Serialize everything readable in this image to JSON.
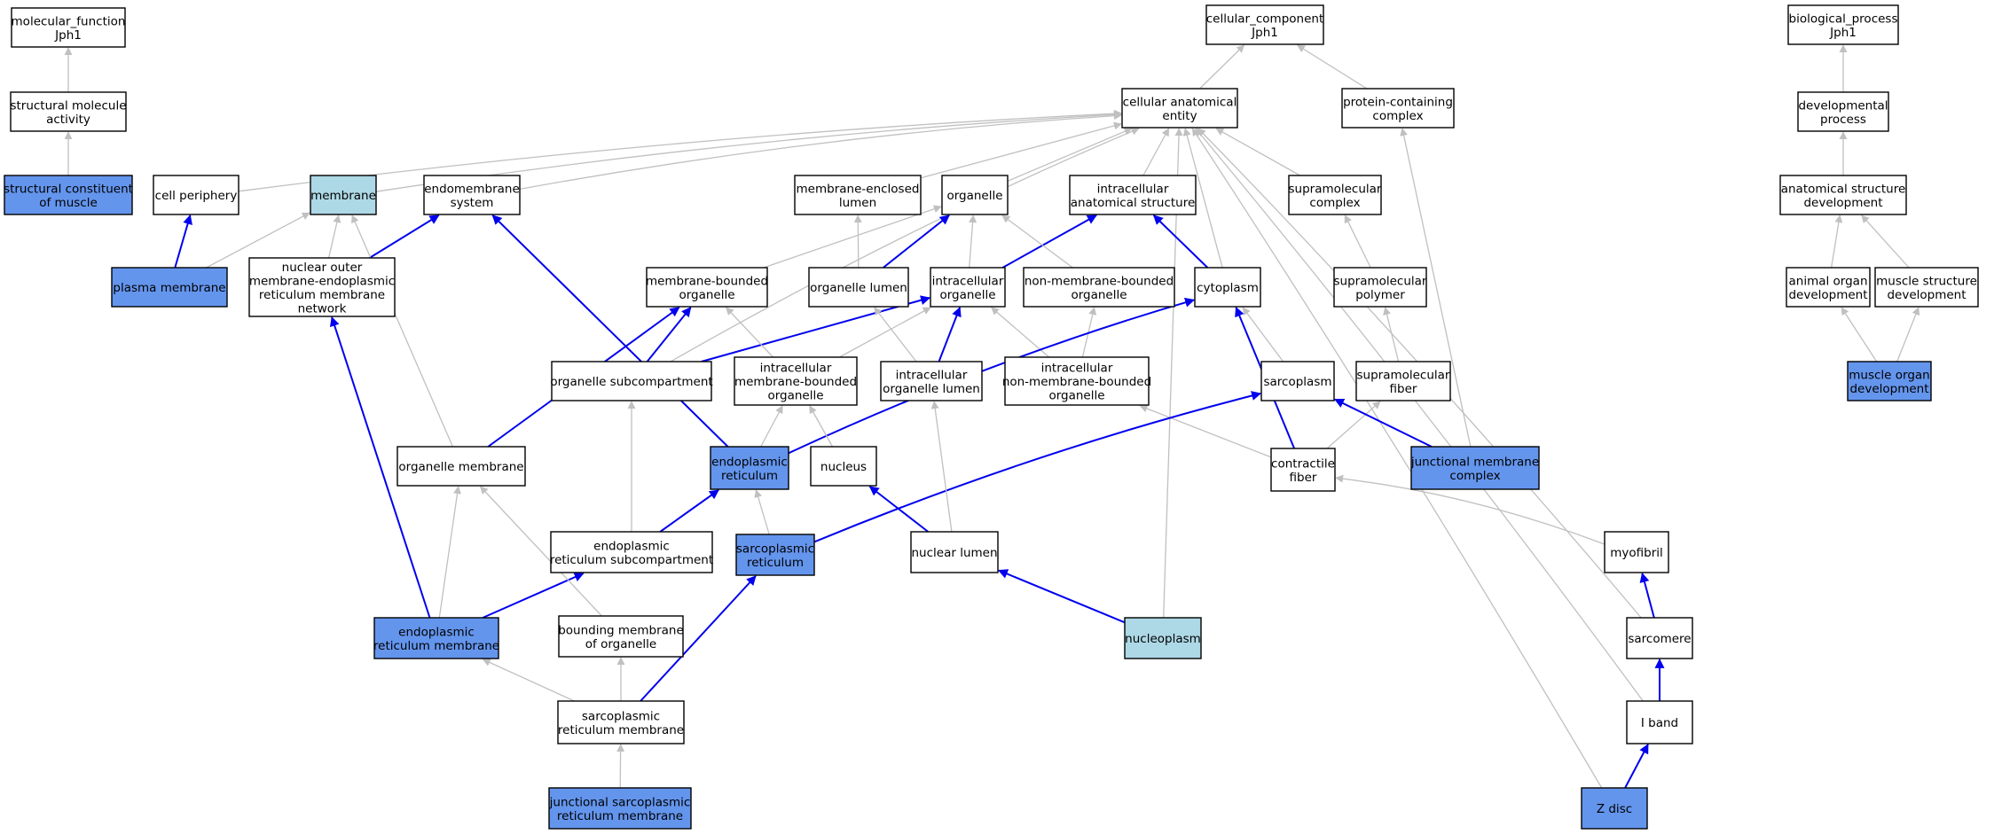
{
  "colors": {
    "plain_fill": "#ffffff",
    "annotated_fill": "#6495ed",
    "light_fill": "#add8e6",
    "is_a_edge": "#c0c0c0",
    "part_of_edge": "#0000ee"
  },
  "nodes": [
    {
      "id": "mf",
      "lines": [
        "molecular_function",
        "Jph1"
      ],
      "style": "plain"
    },
    {
      "id": "sma",
      "lines": [
        "structural molecule",
        "activity"
      ],
      "style": "plain"
    },
    {
      "id": "scm",
      "lines": [
        "structural constituent",
        "of muscle"
      ],
      "style": "annotated"
    },
    {
      "id": "cc",
      "lines": [
        "cellular_component",
        "Jph1"
      ],
      "style": "plain"
    },
    {
      "id": "cae",
      "lines": [
        "cellular anatomical",
        "entity"
      ],
      "style": "plain"
    },
    {
      "id": "pcc",
      "lines": [
        "protein-containing",
        "complex"
      ],
      "style": "plain"
    },
    {
      "id": "bp",
      "lines": [
        "biological_process",
        "Jph1"
      ],
      "style": "plain"
    },
    {
      "id": "dp",
      "lines": [
        "developmental",
        "process"
      ],
      "style": "plain"
    },
    {
      "id": "asd",
      "lines": [
        "anatomical structure",
        "development"
      ],
      "style": "plain"
    },
    {
      "id": "aod",
      "lines": [
        "animal organ",
        "development"
      ],
      "style": "plain"
    },
    {
      "id": "msd",
      "lines": [
        "muscle structure",
        "development"
      ],
      "style": "plain"
    },
    {
      "id": "mod",
      "lines": [
        "muscle organ",
        "development"
      ],
      "style": "annotated"
    },
    {
      "id": "cp",
      "lines": [
        "cell periphery"
      ],
      "style": "plain"
    },
    {
      "id": "mem",
      "lines": [
        "membrane"
      ],
      "style": "light"
    },
    {
      "id": "ems",
      "lines": [
        "endomembrane",
        "system"
      ],
      "style": "plain"
    },
    {
      "id": "mel",
      "lines": [
        "membrane-enclosed",
        "lumen"
      ],
      "style": "plain"
    },
    {
      "id": "org",
      "lines": [
        "organelle"
      ],
      "style": "plain"
    },
    {
      "id": "ias",
      "lines": [
        "intracellular",
        "anatomical structure"
      ],
      "style": "plain"
    },
    {
      "id": "smc",
      "lines": [
        "supramolecular",
        "complex"
      ],
      "style": "plain"
    },
    {
      "id": "pm",
      "lines": [
        "plasma membrane"
      ],
      "style": "annotated"
    },
    {
      "id": "nom",
      "lines": [
        "nuclear outer",
        "membrane-endoplasmic",
        "reticulum membrane",
        "network"
      ],
      "style": "plain"
    },
    {
      "id": "mbo",
      "lines": [
        "membrane-bounded",
        "organelle"
      ],
      "style": "plain"
    },
    {
      "id": "ol",
      "lines": [
        "organelle lumen"
      ],
      "style": "plain"
    },
    {
      "id": "io",
      "lines": [
        "intracellular",
        "organelle"
      ],
      "style": "plain"
    },
    {
      "id": "nmbo",
      "lines": [
        "non-membrane-bounded",
        "organelle"
      ],
      "style": "plain"
    },
    {
      "id": "cyt",
      "lines": [
        "cytoplasm"
      ],
      "style": "plain"
    },
    {
      "id": "smp",
      "lines": [
        "supramolecular",
        "polymer"
      ],
      "style": "plain"
    },
    {
      "id": "osc",
      "lines": [
        "organelle subcompartment"
      ],
      "style": "plain"
    },
    {
      "id": "imbo",
      "lines": [
        "intracellular",
        "membrane-bounded",
        "organelle"
      ],
      "style": "plain"
    },
    {
      "id": "iol",
      "lines": [
        "intracellular",
        "organelle lumen"
      ],
      "style": "plain"
    },
    {
      "id": "inmbo",
      "lines": [
        "intracellular",
        "non-membrane-bounded",
        "organelle"
      ],
      "style": "plain"
    },
    {
      "id": "sarc",
      "lines": [
        "sarcoplasm"
      ],
      "style": "plain"
    },
    {
      "id": "smf",
      "lines": [
        "supramolecular",
        "fiber"
      ],
      "style": "plain"
    },
    {
      "id": "om",
      "lines": [
        "organelle membrane"
      ],
      "style": "plain"
    },
    {
      "id": "er",
      "lines": [
        "endoplasmic",
        "reticulum"
      ],
      "style": "annotated"
    },
    {
      "id": "nuc",
      "lines": [
        "nucleus"
      ],
      "style": "plain"
    },
    {
      "id": "cf",
      "lines": [
        "contractile",
        "fiber"
      ],
      "style": "plain"
    },
    {
      "id": "jmc",
      "lines": [
        "junctional membrane",
        "complex"
      ],
      "style": "annotated"
    },
    {
      "id": "ersc",
      "lines": [
        "endoplasmic",
        "reticulum subcompartment"
      ],
      "style": "plain"
    },
    {
      "id": "sr",
      "lines": [
        "sarcoplasmic",
        "reticulum"
      ],
      "style": "annotated"
    },
    {
      "id": "nl",
      "lines": [
        "nuclear lumen"
      ],
      "style": "plain"
    },
    {
      "id": "myo",
      "lines": [
        "myofibril"
      ],
      "style": "plain"
    },
    {
      "id": "erm",
      "lines": [
        "endoplasmic",
        "reticulum membrane"
      ],
      "style": "annotated"
    },
    {
      "id": "bmo",
      "lines": [
        "bounding membrane",
        "of organelle"
      ],
      "style": "plain"
    },
    {
      "id": "np",
      "lines": [
        "nucleoplasm"
      ],
      "style": "light"
    },
    {
      "id": "sarco",
      "lines": [
        "sarcomere"
      ],
      "style": "plain"
    },
    {
      "id": "srm",
      "lines": [
        "sarcoplasmic",
        "reticulum membrane"
      ],
      "style": "plain"
    },
    {
      "id": "ib",
      "lines": [
        "I band"
      ],
      "style": "plain"
    },
    {
      "id": "jsrm",
      "lines": [
        "junctional sarcoplasmic",
        "reticulum membrane"
      ],
      "style": "annotated"
    },
    {
      "id": "zd",
      "lines": [
        "Z disc"
      ],
      "style": "annotated"
    }
  ],
  "edges": [
    {
      "from": "sma",
      "to": "mf",
      "rel": "is_a"
    },
    {
      "from": "scm",
      "to": "sma",
      "rel": "is_a"
    },
    {
      "from": "cae",
      "to": "cc",
      "rel": "is_a"
    },
    {
      "from": "pcc",
      "to": "cc",
      "rel": "is_a"
    },
    {
      "from": "dp",
      "to": "bp",
      "rel": "is_a"
    },
    {
      "from": "asd",
      "to": "dp",
      "rel": "is_a"
    },
    {
      "from": "aod",
      "to": "asd",
      "rel": "is_a"
    },
    {
      "from": "msd",
      "to": "asd",
      "rel": "is_a"
    },
    {
      "from": "mod",
      "to": "aod",
      "rel": "is_a"
    },
    {
      "from": "mod",
      "to": "msd",
      "rel": "is_a"
    },
    {
      "from": "cp",
      "to": "cae",
      "rel": "is_a"
    },
    {
      "from": "mem",
      "to": "cae",
      "rel": "is_a"
    },
    {
      "from": "ems",
      "to": "cae",
      "rel": "is_a"
    },
    {
      "from": "mel",
      "to": "cae",
      "rel": "is_a"
    },
    {
      "from": "org",
      "to": "cae",
      "rel": "is_a"
    },
    {
      "from": "ias",
      "to": "cae",
      "rel": "is_a"
    },
    {
      "from": "smc",
      "to": "cae",
      "rel": "is_a"
    },
    {
      "from": "cyt",
      "to": "cae",
      "rel": "is_a"
    },
    {
      "from": "osc",
      "to": "cae",
      "rel": "is_a"
    },
    {
      "from": "np",
      "to": "cae",
      "rel": "is_a"
    },
    {
      "from": "sarco",
      "to": "cae",
      "rel": "is_a"
    },
    {
      "from": "ib",
      "to": "cae",
      "rel": "is_a"
    },
    {
      "from": "zd",
      "to": "cae",
      "rel": "is_a"
    },
    {
      "from": "jmc",
      "to": "pcc",
      "rel": "is_a"
    },
    {
      "from": "pm",
      "to": "cp",
      "rel": "part_of"
    },
    {
      "from": "pm",
      "to": "mem",
      "rel": "is_a"
    },
    {
      "from": "nom",
      "to": "mem",
      "rel": "is_a"
    },
    {
      "from": "nom",
      "to": "ems",
      "rel": "part_of"
    },
    {
      "from": "om",
      "to": "mem",
      "rel": "is_a"
    },
    {
      "from": "er",
      "to": "ems",
      "rel": "part_of"
    },
    {
      "from": "mbo",
      "to": "org",
      "rel": "is_a"
    },
    {
      "from": "ol",
      "to": "mel",
      "rel": "is_a"
    },
    {
      "from": "ol",
      "to": "org",
      "rel": "part_of"
    },
    {
      "from": "io",
      "to": "org",
      "rel": "is_a"
    },
    {
      "from": "io",
      "to": "ias",
      "rel": "part_of"
    },
    {
      "from": "nmbo",
      "to": "org",
      "rel": "is_a"
    },
    {
      "from": "cyt",
      "to": "ias",
      "rel": "part_of"
    },
    {
      "from": "smp",
      "to": "smc",
      "rel": "is_a"
    },
    {
      "from": "smf",
      "to": "smp",
      "rel": "is_a"
    },
    {
      "from": "osc",
      "to": "mbo",
      "rel": "part_of"
    },
    {
      "from": "osc",
      "to": "io",
      "rel": "part_of"
    },
    {
      "from": "imbo",
      "to": "mbo",
      "rel": "is_a"
    },
    {
      "from": "imbo",
      "to": "io",
      "rel": "is_a"
    },
    {
      "from": "iol",
      "to": "ol",
      "rel": "is_a"
    },
    {
      "from": "iol",
      "to": "io",
      "rel": "part_of"
    },
    {
      "from": "inmbo",
      "to": "io",
      "rel": "is_a"
    },
    {
      "from": "inmbo",
      "to": "nmbo",
      "rel": "is_a"
    },
    {
      "from": "sarc",
      "to": "cyt",
      "rel": "is_a"
    },
    {
      "from": "om",
      "to": "mbo",
      "rel": "part_of"
    },
    {
      "from": "er",
      "to": "imbo",
      "rel": "is_a"
    },
    {
      "from": "er",
      "to": "cyt",
      "rel": "part_of"
    },
    {
      "from": "nuc",
      "to": "imbo",
      "rel": "is_a"
    },
    {
      "from": "cf",
      "to": "cyt",
      "rel": "part_of"
    },
    {
      "from": "cf",
      "to": "inmbo",
      "rel": "is_a"
    },
    {
      "from": "cf",
      "to": "smf",
      "rel": "is_a"
    },
    {
      "from": "jmc",
      "to": "sarc",
      "rel": "part_of"
    },
    {
      "from": "ersc",
      "to": "osc",
      "rel": "is_a"
    },
    {
      "from": "ersc",
      "to": "er",
      "rel": "part_of"
    },
    {
      "from": "sr",
      "to": "er",
      "rel": "is_a"
    },
    {
      "from": "sr",
      "to": "sarc",
      "rel": "part_of"
    },
    {
      "from": "nl",
      "to": "iol",
      "rel": "is_a"
    },
    {
      "from": "nl",
      "to": "nuc",
      "rel": "part_of"
    },
    {
      "from": "myo",
      "to": "cf",
      "rel": "is_a"
    },
    {
      "from": "erm",
      "to": "om",
      "rel": "is_a"
    },
    {
      "from": "erm",
      "to": "nom",
      "rel": "part_of"
    },
    {
      "from": "erm",
      "to": "ersc",
      "rel": "part_of"
    },
    {
      "from": "bmo",
      "to": "om",
      "rel": "is_a"
    },
    {
      "from": "np",
      "to": "nl",
      "rel": "part_of"
    },
    {
      "from": "sarco",
      "to": "myo",
      "rel": "part_of"
    },
    {
      "from": "srm",
      "to": "erm",
      "rel": "is_a"
    },
    {
      "from": "srm",
      "to": "bmo",
      "rel": "is_a"
    },
    {
      "from": "srm",
      "to": "sr",
      "rel": "part_of"
    },
    {
      "from": "ib",
      "to": "sarco",
      "rel": "part_of"
    },
    {
      "from": "jsrm",
      "to": "srm",
      "rel": "is_a"
    },
    {
      "from": "zd",
      "to": "ib",
      "rel": "part_of"
    }
  ]
}
